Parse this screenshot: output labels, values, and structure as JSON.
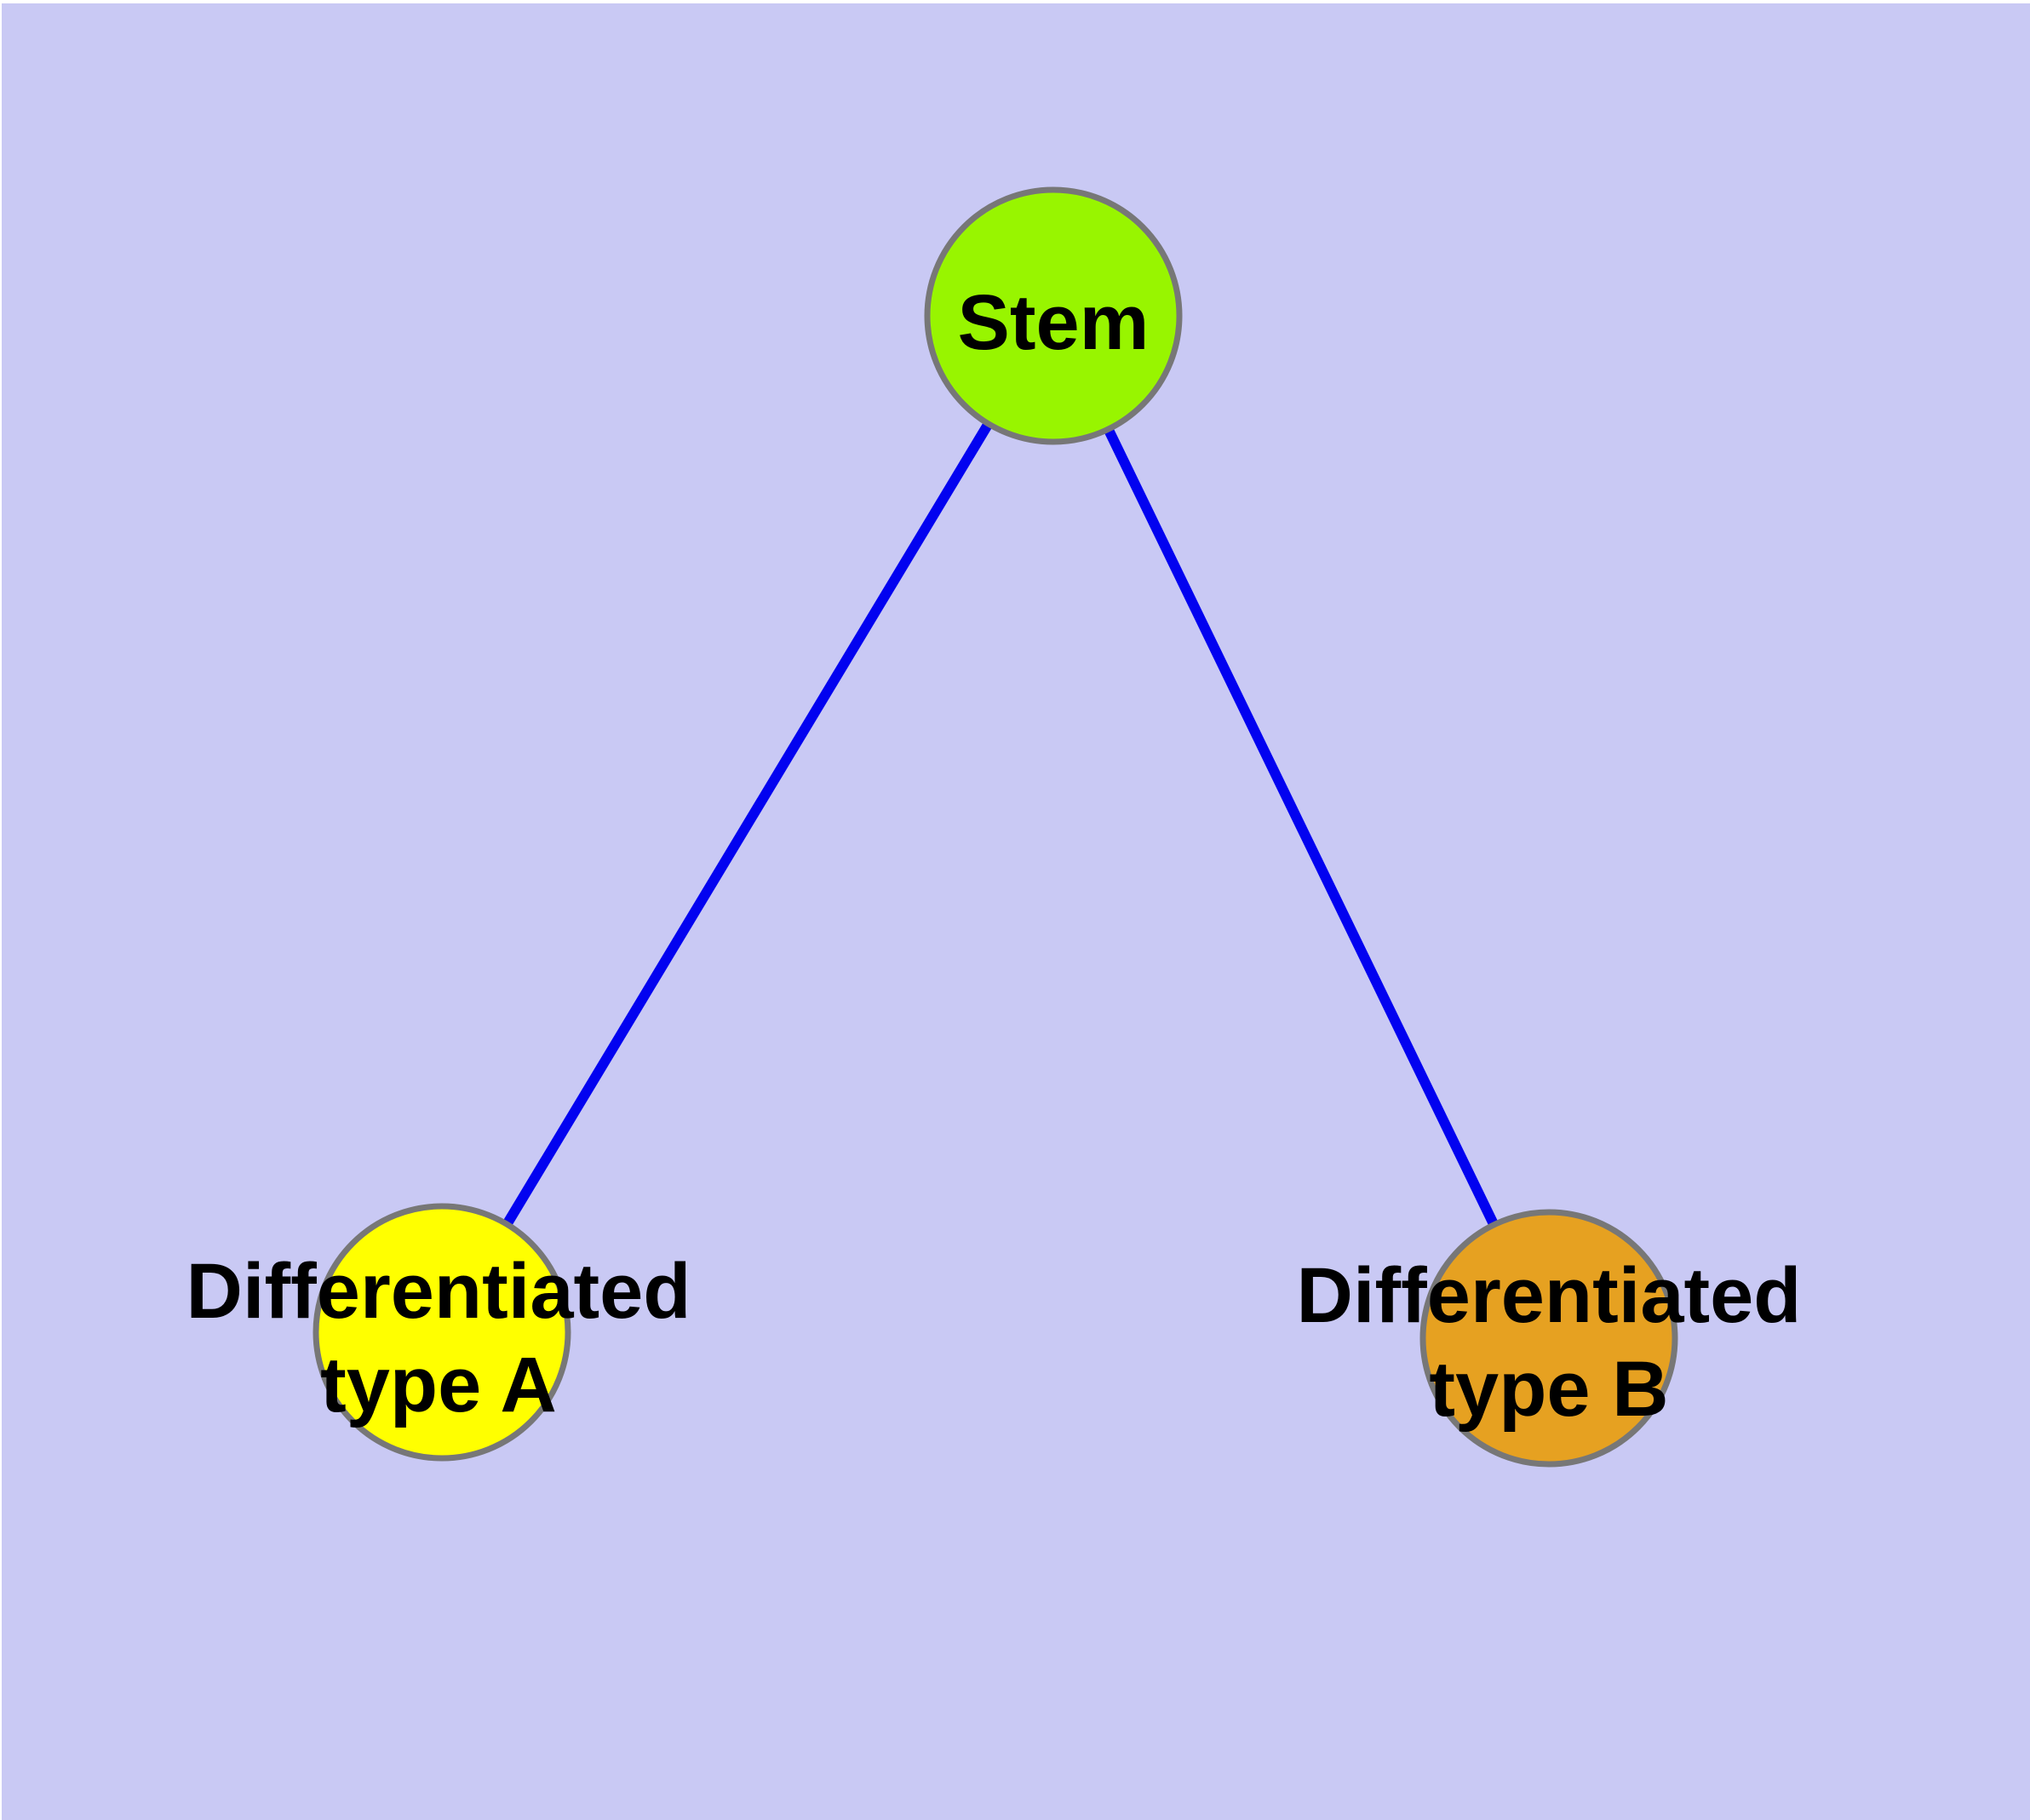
{
  "diagram": {
    "title": "",
    "background_color": "#C9C9F4",
    "margin_color": "#FFFFFF",
    "edge_color": "#0202F0",
    "node_border_color": "#777777",
    "label_color": "#000000",
    "nodes": {
      "stem": {
        "id": "stem",
        "label": "Stem",
        "fill": "#98F500"
      },
      "type_a": {
        "id": "type_a",
        "label_line1": "Differentiated",
        "label_line2": "type A",
        "fill": "#FFFF00"
      },
      "type_b": {
        "id": "type_b",
        "label_line1": "Differentiated",
        "label_line2": "type B",
        "fill": "#E6A121"
      }
    },
    "edges": [
      {
        "from": "Stem",
        "to": "Differentiated type A"
      },
      {
        "from": "Stem",
        "to": "Differentiated type B"
      }
    ]
  }
}
